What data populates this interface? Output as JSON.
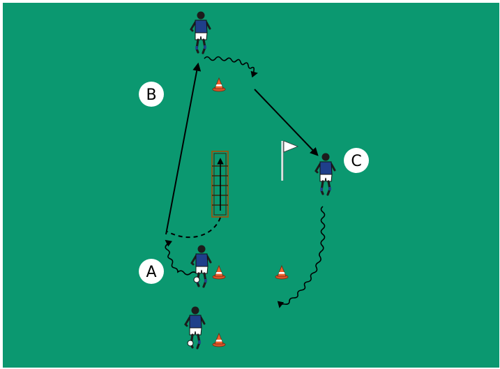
{
  "diagram": {
    "pitch_color": "#0b9870",
    "line_color": "#000000",
    "player_shirt_color": "#1f3f8a",
    "player_shorts_color": "#ffffff",
    "cone_color": "#f0622e",
    "ladder_color": "#8a5a18",
    "flag_color": "#ffffff"
  },
  "stations": [
    {
      "id": "A",
      "label": "A"
    },
    {
      "id": "B",
      "label": "B"
    },
    {
      "id": "C",
      "label": "C"
    }
  ],
  "equipment": [
    "agility-ladder",
    "corner-flag",
    "cone",
    "cone",
    "cone",
    "cone"
  ],
  "players": 4
}
